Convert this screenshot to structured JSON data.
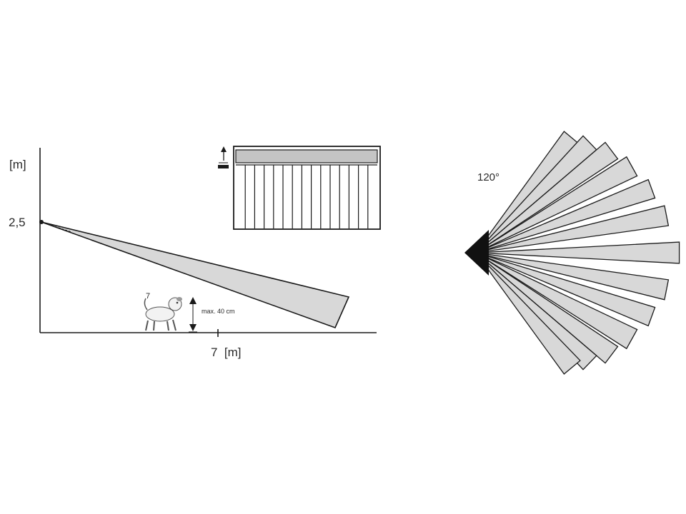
{
  "side_view": {
    "y_axis_unit": "[m]",
    "mount_height_label": "2,5",
    "x_tick_label": "7  [m]",
    "pet_height_label": "max. 40 cm"
  },
  "top_view": {
    "angle_label": "120°"
  },
  "colors": {
    "beam_fill": "#d8d8d8",
    "outline": "#1a1a1a",
    "lens_band": "#c4c4c4"
  }
}
